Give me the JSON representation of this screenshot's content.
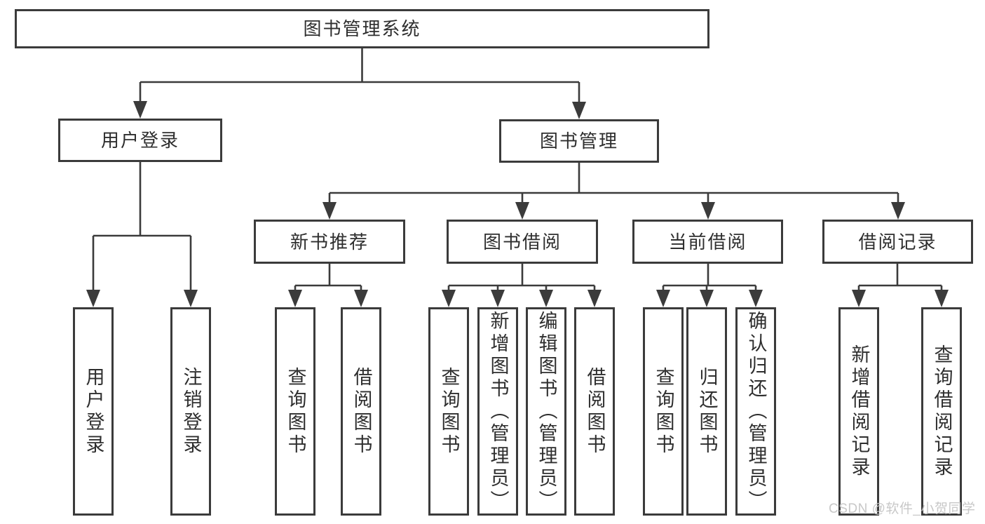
{
  "diagram": {
    "type": "hierarchy-tree",
    "root": {
      "label": "图书管理系统"
    },
    "level2": [
      {
        "id": "user-login",
        "label": "用户登录",
        "parent": "root"
      },
      {
        "id": "book-management",
        "label": "图书管理",
        "parent": "root"
      }
    ],
    "level3": [
      {
        "id": "new-book-recommend",
        "label": "新书推荐",
        "parent": "book-management"
      },
      {
        "id": "book-borrowing",
        "label": "图书借阅",
        "parent": "book-management"
      },
      {
        "id": "current-borrowing",
        "label": "当前借阅",
        "parent": "book-management"
      },
      {
        "id": "borrowing-records",
        "label": "借阅记录",
        "parent": "book-management"
      }
    ],
    "leaves": [
      {
        "id": "user-login-leaf",
        "label": "用户登录",
        "parent": "user-login"
      },
      {
        "id": "logout",
        "label": "注销登录",
        "parent": "user-login"
      },
      {
        "id": "query-books-recommend",
        "label": "查询图书",
        "parent": "new-book-recommend"
      },
      {
        "id": "borrow-books-recommend",
        "label": "借阅图书",
        "parent": "new-book-recommend"
      },
      {
        "id": "query-books-borrowing",
        "label": "查询图书",
        "parent": "book-borrowing"
      },
      {
        "id": "add-books-admin",
        "label": "新增图书（管理员）",
        "parent": "book-borrowing"
      },
      {
        "id": "edit-books-admin",
        "label": "编辑图书（管理员）",
        "parent": "book-borrowing"
      },
      {
        "id": "borrow-books",
        "label": "借阅图书",
        "parent": "book-borrowing"
      },
      {
        "id": "query-books-current",
        "label": "查询图书",
        "parent": "current-borrowing"
      },
      {
        "id": "return-books",
        "label": "归还图书",
        "parent": "current-borrowing"
      },
      {
        "id": "confirm-return-admin",
        "label": "确认归还（管理员）",
        "parent": "current-borrowing"
      },
      {
        "id": "add-borrowing-record",
        "label": "新增借阅记录",
        "parent": "borrowing-records"
      },
      {
        "id": "query-borrowing-record",
        "label": "查询借阅记录",
        "parent": "borrowing-records"
      }
    ],
    "colors": {
      "line": "#3b3b3b",
      "box_border": "#3b3b3b",
      "box_background": "#ffffff",
      "text": "#2e2e2e",
      "watermark": "#c5c5c5"
    },
    "watermark": {
      "text": "CSDN @软件_小贺同学"
    }
  }
}
